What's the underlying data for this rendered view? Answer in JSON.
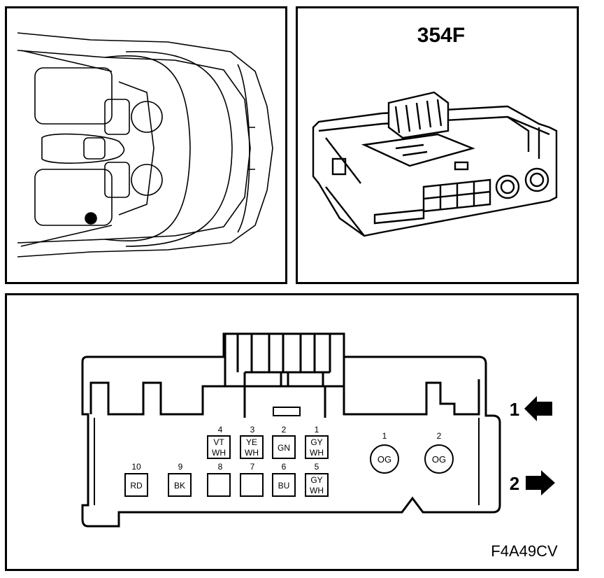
{
  "panels": {
    "connector_title": "354F",
    "figure_code": "F4A49CV"
  },
  "arrows": [
    {
      "number": "1",
      "direction": "left"
    },
    {
      "number": "2",
      "direction": "right"
    }
  ],
  "pins_top_row": [
    {
      "num": "4",
      "color": "VT\nWH"
    },
    {
      "num": "3",
      "color": "YE\nWH"
    },
    {
      "num": "2",
      "color": "GN"
    },
    {
      "num": "1",
      "color": "GY\nWH"
    }
  ],
  "pins_bottom_row": [
    {
      "num": "10",
      "color": "RD"
    },
    {
      "num": "9",
      "color": "BK"
    },
    {
      "num": "8",
      "color": ""
    },
    {
      "num": "7",
      "color": ""
    },
    {
      "num": "6",
      "color": "BU"
    },
    {
      "num": "5",
      "color": "GY\nWH"
    }
  ],
  "round_pins": [
    {
      "num": "1",
      "color": "OG"
    },
    {
      "num": "2",
      "color": "OG"
    }
  ]
}
